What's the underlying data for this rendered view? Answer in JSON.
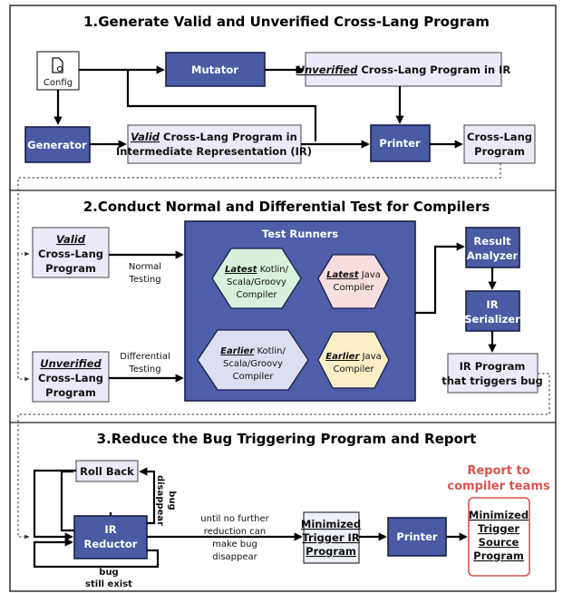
{
  "sections": {
    "s1_title": "1.Generate Valid and Unverified Cross-Lang Program",
    "s2_title": "2.Conduct Normal and Differential Test  for Compilers",
    "s3_title": "3.Reduce the Bug Triggering Program and Report"
  },
  "section1": {
    "config_label": "Config",
    "mutator": "Mutator",
    "generator": "Generator",
    "unverified_em": "Unverified",
    "unverified_rest": " Cross-Lang Program in IR",
    "valid_em": "Valid",
    "valid_rest": " Cross-Lang Program in",
    "valid_line2": "Intermediate Representation (IR)",
    "printer": "Printer",
    "crosslang_line1": "Cross-Lang",
    "crosslang_line2": "Program"
  },
  "section2": {
    "valid_em": "Valid",
    "valid_l2": "Cross-Lang",
    "valid_l3": "Program",
    "unverified_em": "Unverified",
    "unverified_l2": "Cross-Lang",
    "unverified_l3": "Program",
    "normal_l1": "Normal",
    "normal_l2": "Testing",
    "diff_l1": "Differential",
    "diff_l2": "Testing",
    "runners_title": "Test Runners",
    "latest_kotlin_em": "Latest",
    "latest_kotlin_rest": " Kotlin/",
    "latest_kotlin_l2": "Scala/Groovy",
    "latest_kotlin_l3": "Compiler",
    "latest_java_em": "Latest",
    "latest_java_rest": " Java",
    "latest_java_l2": "Compiler",
    "earlier_kotlin_em": "Earlier",
    "earlier_kotlin_rest": " Kotlin/",
    "earlier_kotlin_l2": "Scala/Groovy",
    "earlier_kotlin_l3": "Compiler",
    "earlier_java_em": "Earlier",
    "earlier_java_rest": " Java",
    "earlier_java_l2": "Compiler",
    "result_l1": "Result",
    "result_l2": "Analyzer",
    "ir_ser_l1": "IR",
    "ir_ser_l2": "Serializer",
    "ir_prog_l1": "IR Program",
    "ir_prog_l2": "that triggers bug"
  },
  "section3": {
    "rollback": "Roll Back",
    "bug_disappear_l1": "bug",
    "bug_disappear_l2": "disappear",
    "reductor_l1": "IR",
    "reductor_l2": "Reductor",
    "bug_exist_l1": "bug",
    "bug_exist_l2": "still exist",
    "until_l1": "until no further",
    "until_l2": "reduction can",
    "until_l3": "make bug",
    "until_l4": "disappear",
    "min_ir_l1": "Minimized",
    "min_ir_l2": "Trigger IR",
    "min_ir_l3": "Program",
    "printer": "Printer",
    "report_l1": "Report to",
    "report_l2": "compiler teams",
    "min_src_l1": "Minimized",
    "min_src_l2": "Trigger",
    "min_src_l3": "Source",
    "min_src_l4": "Program"
  },
  "colors": {
    "dark_box": "#4a5aa3",
    "light_box": "#ece9f8",
    "latest_kotlin": "#d9f0dd",
    "latest_java": "#f8dede",
    "earlier_kotlin": "#dcdff0",
    "earlier_java": "#fbefc8",
    "report": "#d9534f"
  }
}
